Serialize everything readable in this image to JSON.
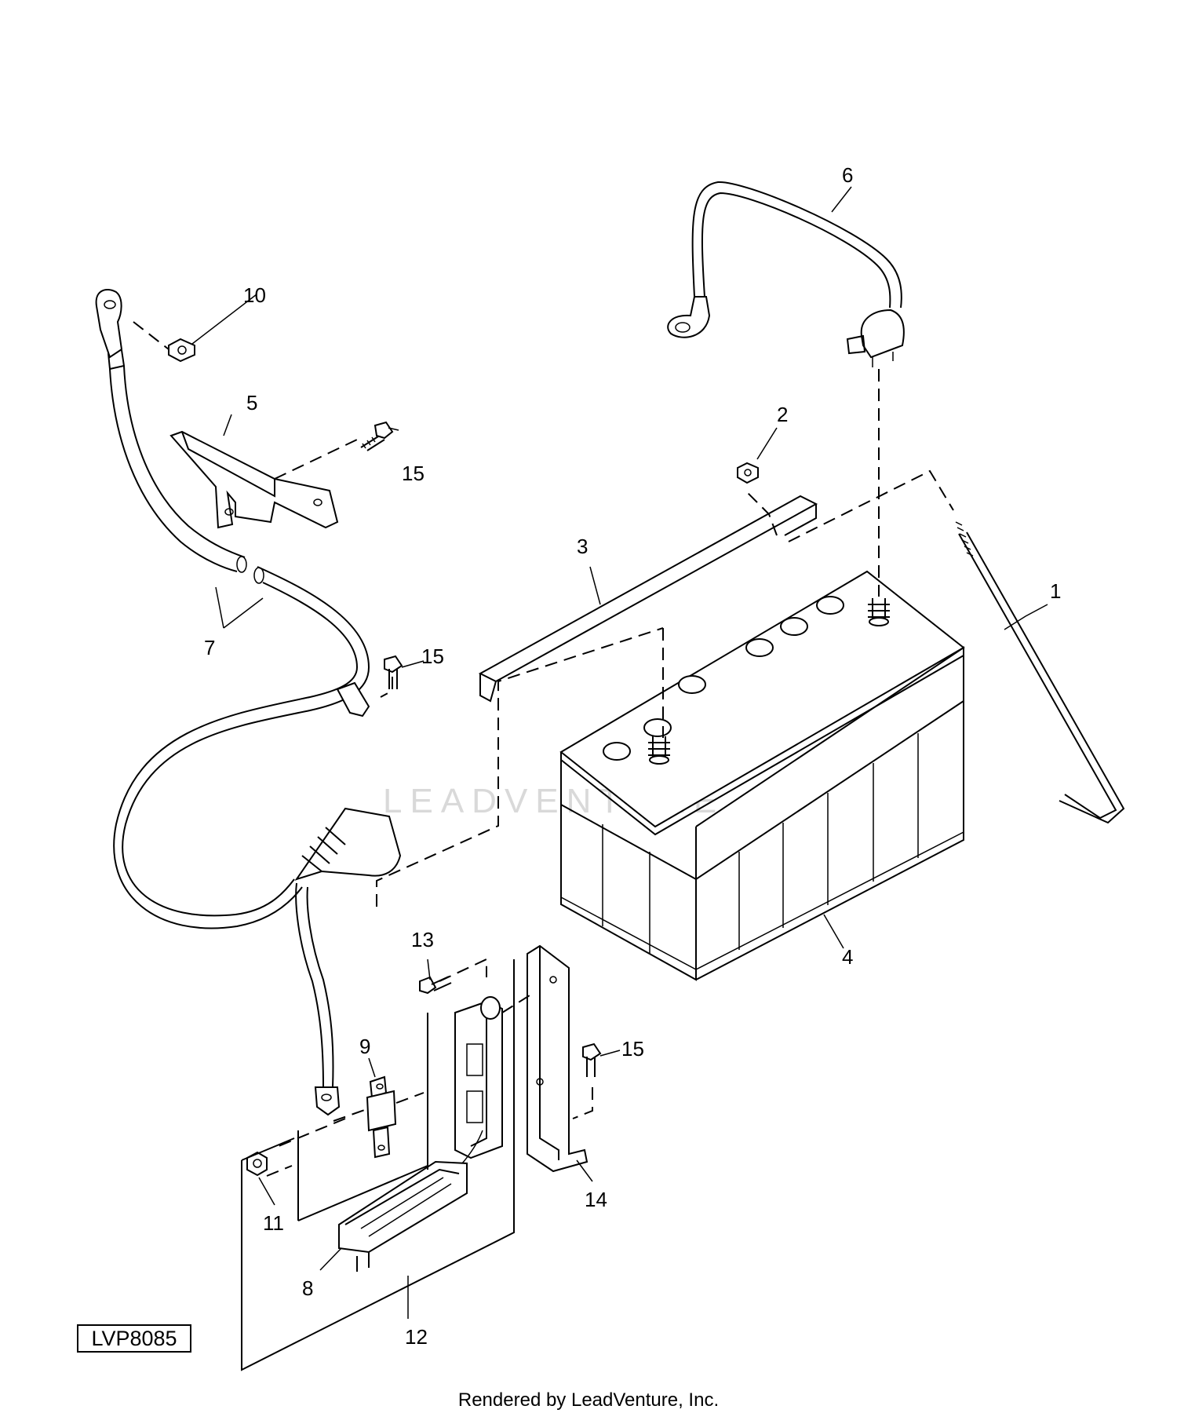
{
  "diagram": {
    "id_label": "LVP8085",
    "credit": "Rendered by LeadVenture, Inc.",
    "watermark": "LEADVENTURE",
    "callouts": {
      "c1": "1",
      "c2": "2",
      "c3": "3",
      "c4": "4",
      "c5": "5",
      "c6": "6",
      "c7": "7",
      "c8": "8",
      "c9": "9",
      "c10": "10",
      "c11": "11",
      "c12": "12",
      "c13": "13",
      "c14": "14",
      "c15a": "15",
      "c15b": "15",
      "c15c": "15"
    }
  }
}
